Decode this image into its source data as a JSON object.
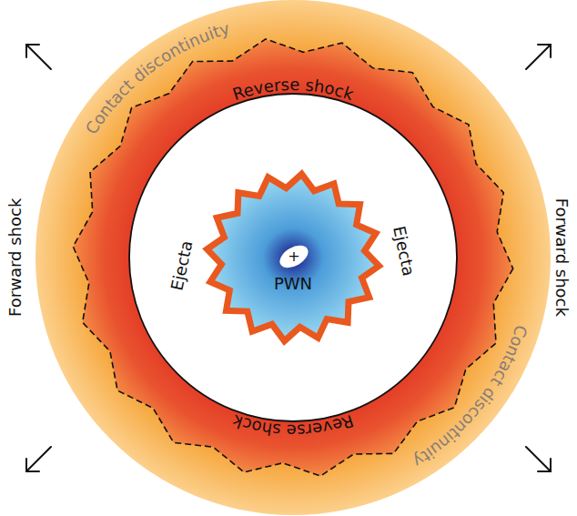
{
  "diagram": {
    "nodes": [
      {
        "text": [
          "PWN"
        ]
      },
      {
        "text": [
          "+"
        ],
        "in": 0
      }
    ],
    "labels": [
      "Contact discontinuity",
      "Reverse shock",
      "Forward shock",
      "Forward shock",
      "Ejecta",
      "Ejecta",
      "Contact discontinuity",
      "Reverse shock"
    ]
  }
}
